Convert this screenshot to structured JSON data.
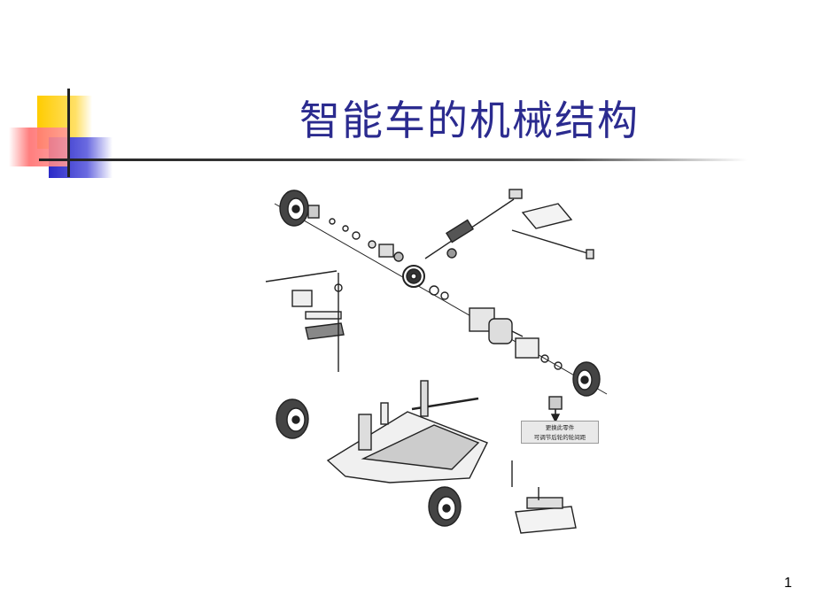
{
  "slide": {
    "title": "智能车的机械结构",
    "page_number": "1"
  },
  "diagram": {
    "callout_line1": "更换此零件",
    "callout_line2": "可调节后轮的轮间距"
  },
  "colors": {
    "title": "#2b2b8f",
    "deco_yellow": "#ffcc00",
    "deco_red": "#ff6666",
    "deco_blue": "#3333cc",
    "rule": "#333333"
  }
}
